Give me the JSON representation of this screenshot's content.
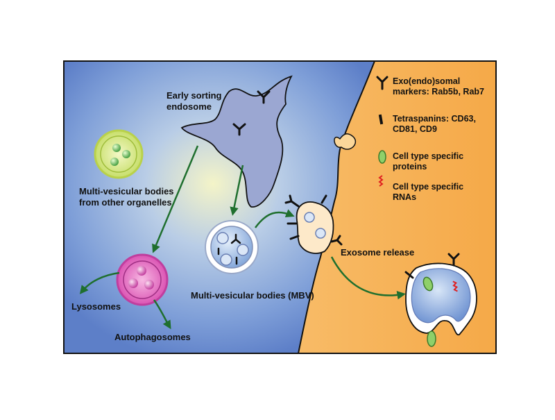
{
  "labels": {
    "early_sorting_endosome": [
      "Early sorting",
      "endosome"
    ],
    "mvb_other_organelles": [
      "Multi-vesicular bodies",
      "from other organelles"
    ],
    "lysosomes": "Lysosomes",
    "autophagosomes": "Autophagosomes",
    "mvb": "Multi-vesicular bodies (MBV)",
    "exosome_release": "Exosome release"
  },
  "legend": [
    {
      "icon": "y-receptor-icon",
      "lines": [
        "Exo(endo)somal",
        "markers: Rab5b, Rab7"
      ]
    },
    {
      "icon": "tetraspanin-bar-icon",
      "lines": [
        "Tetraspanins: CD63,",
        "CD81, CD9"
      ]
    },
    {
      "icon": "green-oval-protein-icon",
      "lines": [
        "Cell type specific",
        "proteins"
      ]
    },
    {
      "icon": "red-squiggle-rna-icon",
      "lines": [
        "Cell type specific",
        "RNAs"
      ]
    }
  ],
  "colors": {
    "cell_blue": "#6f8fd0",
    "cell_glow": "#e8efc4",
    "extracellular_orange": "#f7b45a",
    "arrow_green": "#1f6f2e",
    "endosome": "#9aa6cf",
    "mvb_other": "#c8e06a",
    "lysosome": "#d94fb0",
    "protein_green": "#8fd06a",
    "rna_red": "#e02020"
  }
}
